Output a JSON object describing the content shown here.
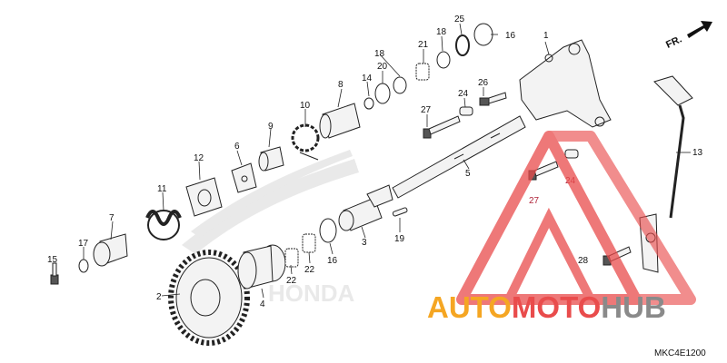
{
  "diagram": {
    "callouts": [
      {
        "id": "c1",
        "label": "1"
      },
      {
        "id": "c2",
        "label": "2"
      },
      {
        "id": "c3",
        "label": "3"
      },
      {
        "id": "c4",
        "label": "4"
      },
      {
        "id": "c5",
        "label": "5"
      },
      {
        "id": "c6",
        "label": "6"
      },
      {
        "id": "c7",
        "label": "7"
      },
      {
        "id": "c8",
        "label": "8"
      },
      {
        "id": "c9",
        "label": "9"
      },
      {
        "id": "c10",
        "label": "10"
      },
      {
        "id": "c11",
        "label": "11"
      },
      {
        "id": "c12",
        "label": "12"
      },
      {
        "id": "c13",
        "label": "13"
      },
      {
        "id": "c14",
        "label": "14"
      },
      {
        "id": "c15",
        "label": "15"
      },
      {
        "id": "c16a",
        "label": "16"
      },
      {
        "id": "c16b",
        "label": "16"
      },
      {
        "id": "c17",
        "label": "17"
      },
      {
        "id": "c18a",
        "label": "18"
      },
      {
        "id": "c18b",
        "label": "18"
      },
      {
        "id": "c19",
        "label": "19"
      },
      {
        "id": "c20",
        "label": "20"
      },
      {
        "id": "c21",
        "label": "21"
      },
      {
        "id": "c22a",
        "label": "22"
      },
      {
        "id": "c22b",
        "label": "22"
      },
      {
        "id": "c24a",
        "label": "24"
      },
      {
        "id": "c24b",
        "label": "24"
      },
      {
        "id": "c25",
        "label": "25"
      },
      {
        "id": "c26",
        "label": "26"
      },
      {
        "id": "c27a",
        "label": "27"
      },
      {
        "id": "c27b",
        "label": "27"
      },
      {
        "id": "c28",
        "label": "28"
      }
    ],
    "direction_label": "FR.",
    "diagram_code": "MKC4E1200",
    "watermark_brand": "HONDA"
  },
  "watermark": {
    "auto": "AUTO",
    "moto": "MOTO",
    "hub": "HUB",
    "colors": {
      "orange": "#f5a623",
      "red": "#e94c4c",
      "gray": "#8a8a8a"
    }
  }
}
